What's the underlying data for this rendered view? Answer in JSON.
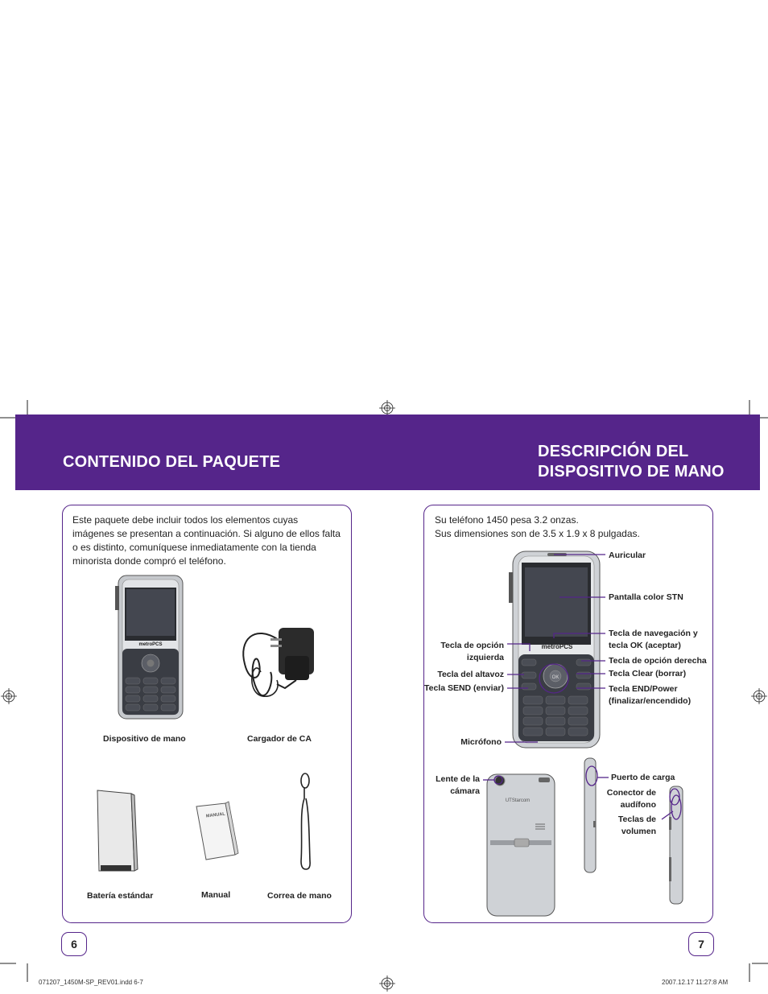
{
  "left_page": {
    "heading": "CONTENIDO DEL PAQUETE",
    "intro": "Este paquete debe incluir todos los elementos cuyas imágenes se presentan a continuación. Si alguno de ellos falta o es distinto, comuníquese inmediatamente con la tienda minorista donde compró el teléfono.",
    "captions": {
      "handset": "Dispositivo de mano",
      "charger": "Cargador de CA",
      "battery": "Batería estándar",
      "manual": "Manual",
      "strap": "Correa de mano"
    },
    "manual_cover_text": "MANUAL",
    "phone_brand": "metroPCS",
    "page_number": "6"
  },
  "right_page": {
    "heading_line1": "DESCRIPCIÓN DEL",
    "heading_line2": "DISPOSITIVO DE MANO",
    "spec_weight": "Su teléfono 1450 pesa 3.2 onzas.",
    "spec_dimensions": "Sus dimensiones son de 3.5 x 1.9 x 8 pulgadas.",
    "labels": {
      "earpiece": "Auricular",
      "display": "Pantalla color STN",
      "nav_ok_line1": "Tecla de navegación y",
      "nav_ok_line2": "tecla OK (aceptar)",
      "right_soft": "Tecla de opción derecha",
      "clear": "Tecla Clear (borrar)",
      "end_line1": "Tecla END/Power",
      "end_line2": "(finalizar/encendido)",
      "left_soft_line1": "Tecla de opción",
      "left_soft_line2": "izquierda",
      "speaker": "Tecla del altavoz",
      "send": "Tecla SEND (enviar)",
      "mic": "Micrófono",
      "camera_line1": "Lente de la",
      "camera_line2": "cámara",
      "charging_port": "Puerto de carga",
      "headset_line1": "Conector de",
      "headset_line2": "audífono",
      "volume_line1": "Teclas de",
      "volume_line2": "volumen"
    },
    "back_brand": "UTStarcom",
    "ok_key": "OK",
    "page_number": "7"
  },
  "footer": {
    "file": "071207_1450M-SP_REV01.indd   6-7",
    "timestamp": "2007.12.17   11:27:8 AM"
  },
  "colors": {
    "brand_purple": "#55258a",
    "phone_silver": "#cfd2d6",
    "keypad_dark": "#3a3d44"
  }
}
